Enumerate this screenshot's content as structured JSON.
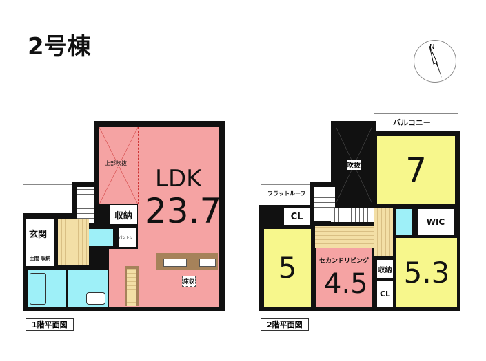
{
  "title": "2号棟",
  "compass": "N",
  "floor1": {
    "caption": "1階平面図",
    "ldk_label": "LDK",
    "ldk_size": "23.7",
    "fukinuke_upper": "上部吹抜",
    "storage": "収納",
    "pantry": "パントリー",
    "entrance": "玄関",
    "doma_storage": "土間 収納",
    "floor_storage": "床収"
  },
  "floor2": {
    "caption": "2階平面図",
    "balcony": "バルコニー",
    "fukinuke": "吹抜",
    "flat_roof": "フラットルーフ",
    "cl1": "CL",
    "cl2": "CL",
    "wic": "WIC",
    "storage": "収納",
    "second_living": "セカンドリビング",
    "room_7": "7",
    "room_5": "5",
    "room_45": "4.5",
    "room_53": "5.3"
  },
  "colors": {
    "ldk": "#f5a3a3",
    "bedroom": "#f7f78c",
    "wet": "#9ef0f8"
  }
}
